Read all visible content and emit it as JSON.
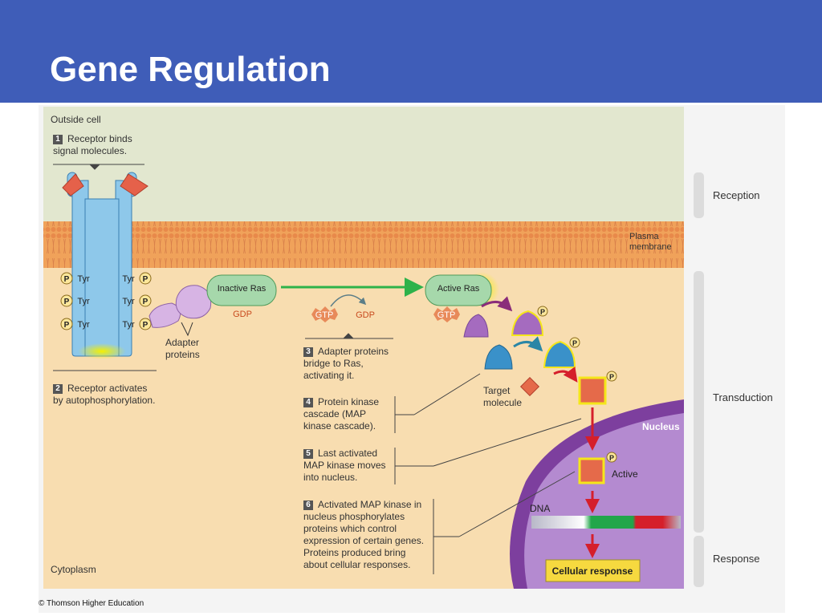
{
  "slide": {
    "title": "Gene Regulation",
    "copyright": "© Thomson Higher Education"
  },
  "figure": {
    "outside_cell": "Outside cell",
    "cytoplasm": "Cytoplasm",
    "plasma_membrane_1": "Plasma",
    "plasma_membrane_2": "membrane",
    "nucleus": "Nucleus",
    "dna": "DNA",
    "active": "Active",
    "adapter_proteins_1": "Adapter",
    "adapter_proteins_2": "proteins",
    "target_molecule_1": "Target",
    "target_molecule_2": "molecule",
    "inactive_ras": "Inactive Ras",
    "active_ras": "Active Ras",
    "gdp": "GDP",
    "gtp": "GTP",
    "phosphate": "P",
    "tyr": "Tyr",
    "cellular_response": "Cellular response",
    "steps": [
      {
        "num": "1",
        "text": "Receptor binds\nsignal molecules."
      },
      {
        "num": "2",
        "text": "Receptor activates\nby autophosphorylation."
      },
      {
        "num": "3",
        "text": "Adapter proteins\nbridge to Ras,\nactivating it."
      },
      {
        "num": "4",
        "text": "Protein kinase\ncascade (MAP\nkinase cascade)."
      },
      {
        "num": "5",
        "text": "Last activated\nMAP kinase moves\ninto nucleus."
      },
      {
        "num": "6",
        "text": "Activated MAP kinase in\nnucleus phosphorylates\nproteins which control\nexpression of certain genes.\nProteins produced bring\nabout cellular responses."
      }
    ],
    "phases": {
      "reception": "Reception",
      "transduction": "Transduction",
      "response": "Response"
    }
  },
  "colors": {
    "title_bar": "#3f5db8",
    "outside": "#e2e7cf",
    "cytoplasm": "#f8ddb0",
    "membrane": "#f0a25a",
    "receptor": "#8ec8ea",
    "nucleus": "#8e4fb0",
    "ras": "#a6d8ab",
    "arrow_green": "#2eb24a",
    "arrow_red": "#d51f2b",
    "kinase": "#e56a4a",
    "highlight": "#f5e61a"
  }
}
